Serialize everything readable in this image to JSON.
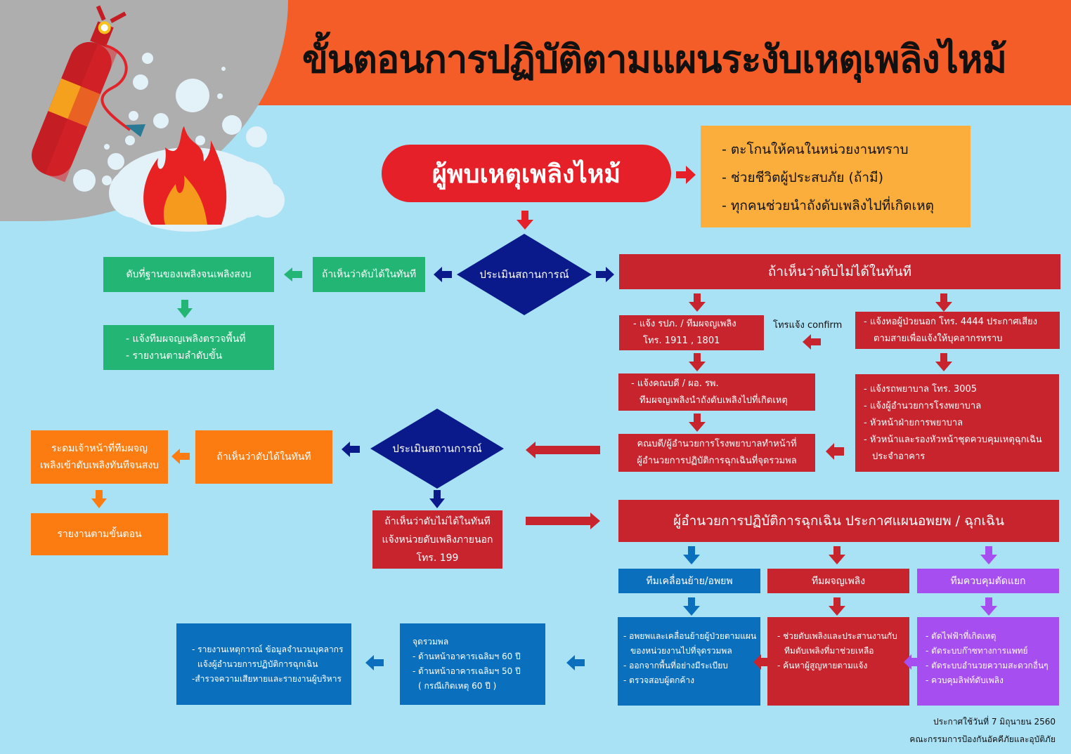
{
  "title": "ขั้นตอนการปฏิบัติตามแผนระงับเหตุเพลิงไหม้",
  "illustration": {
    "icons": [
      "fire-extinguisher-icon",
      "flame-icon",
      "foam-bubbles-icon"
    ]
  },
  "start": {
    "label": "ผู้พบเหตุเพลิงไหม้",
    "immediate_actions": [
      "- ตะโกนให้คนในหน่วยงานทราบ",
      "- ช่วยชีวิตผู้ประสบภัย (ถ้ามี)",
      "- ทุกคนช่วยนำถังดับเพลิงไปที่เกิดเหตุ"
    ]
  },
  "assess_1": {
    "label": "ประเมินสถานการณ์",
    "can_extinguish": {
      "label": "ถ้าเห็นว่าดับได้ในทันที",
      "action": "ดับที่ฐานของเพลิงจนเพลิงสงบ",
      "followup": [
        "- แจ้งทีมผจญเพลิงตรวจพื้นที่",
        "- รายงานตามลำดับขั้น"
      ]
    },
    "cannot_extinguish": {
      "label": "ถ้าเห็นว่าดับไม่ได้ในทันที",
      "notify_security": [
        "- แจ้ง รปภ. / ทีมผจญเพลิง",
        "โทร. 1911 , 1801"
      ],
      "confirm_note": "โทรแจ้ง confirm",
      "notify_opd": [
        "- แจ้งหอผู้ป่วยนอก โทร. 4444 ประกาศเสียง",
        "ตามสายเพื่อแจ้งให้บุคลากรทราบ"
      ],
      "notify_dean": [
        "- แจ้งคณบดี / ผอ. รพ.",
        "ทีมผจญเพลิงนำถังดับเพลิงไปที่เกิดเหตุ"
      ],
      "notify_list": [
        "- แจ้งรถพยาบาล โทร. 3005",
        "- แจ้งผู้อำนวยการโรงพยาบาล",
        "- หัวหน้าฝ่ายการพยาบาล",
        "- หัวหน้าและรองหัวหน้าชุดควบคุมเหตุฉุกเฉิน",
        "ประจำอาคาร"
      ],
      "commander": [
        "คณบดี/ผู้อำนวยการโรงพยาบาลทำหน้าที่",
        "ผู้อำนวยการปฏิบัติการฉุกเฉินที่จุดรวมพล"
      ]
    }
  },
  "assess_2": {
    "label": "ประเมินสถานการณ์",
    "can_extinguish": {
      "label": "ถ้าเห็นว่าดับได้ในทันที",
      "action": [
        "ระดมเจ้าหน้าที่ทีมผจญ",
        "เพลิงเข้าดับเพลิงทันทีจนสงบ"
      ],
      "followup": "รายงานตามขั้นตอน"
    },
    "cannot_extinguish": [
      "ถ้าเห็นว่าดับไม่ได้ในทันที",
      "แจ้งหน่วยดับเพลิงภายนอก",
      "โทร. 199"
    ]
  },
  "emergency": {
    "announcement": "ผู้อำนวยการปฏิบัติการฉุกเฉิน ประกาศแผนอพยพ / ฉุกเฉิน",
    "teams": [
      {
        "name": "ทีมเคลื่อนย้าย/อพยพ",
        "color": "#0a70bd",
        "tasks": [
          "- อพยพและเคลื่อนย้ายผู้ป่วยตามแผน",
          "ของหน่วยงานไปที่จุดรวมพล",
          "- ออกจากพื้นที่อย่างมีระเบียบ",
          "- ตรวจสอบผู้ตกค้าง"
        ]
      },
      {
        "name": "ทีมผจญเพลิง",
        "color": "#c8242e",
        "tasks": [
          "- ช่วยดับเพลิงและประสานงานกับ",
          "ทีมดับเพลิงที่มาช่วยเหลือ",
          "- ค้นหาผู้สูญหายตามแจ้ง"
        ]
      },
      {
        "name": "ทีมควบคุมตัดแยก",
        "color": "#a64ef0",
        "tasks": [
          "- ตัดไฟฟ้าที่เกิดเหตุ",
          "- ตัดระบบก๊าซทางการแพทย์",
          "- ตัดระบบอำนวยความสะดวกอื่นๆ",
          "- ควบคุมลิฟท์ดับเพลิง"
        ]
      }
    ],
    "assembly": [
      "จุดรวมพล",
      "- ด้านหน้าอาคารเฉลิมฯ 60 ปี",
      "- ด้านหน้าอาคารเฉลิมฯ 50 ปี",
      "( กรณีเกิดเหตุ 60 ปี )"
    ],
    "report": [
      "- รายงานเหตุการณ์ ข้อมูลจำนวนบุคลากร",
      "แจ้งผู้อำนวยการปฏิบัติการฉุกเฉิน",
      "-สำรวจความเสียหายและรายงานผู้บริหาร"
    ]
  },
  "footer": {
    "effective_date": "ประกาศใช้วันที่ 7 มิถุนายน 2560",
    "issuer": "คณะกรรมการป้องกันอัคคีภัยและอุบัติภัย"
  },
  "colors": {
    "header": "#f45c28",
    "background": "#a9e1f5",
    "start_pill": "#e52028",
    "actions_box": "#fbae3c",
    "green": "#23b574",
    "red": "#c8242e",
    "orange": "#fc7c12",
    "navy": "#0b1a8a",
    "blue": "#0a70bd",
    "purple": "#a64ef0"
  }
}
